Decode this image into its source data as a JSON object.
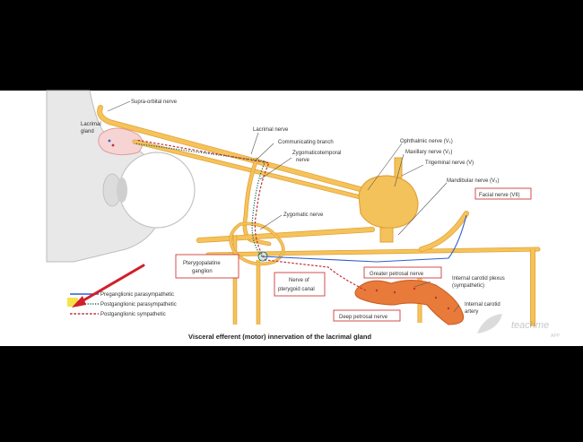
{
  "colors": {
    "background": "#000000",
    "panel": "#ffffff",
    "nerve": "#f6c35a",
    "nerve_edge": "#e0a23a",
    "ganglion": "#f4c25a",
    "skull": "#e8e8e8",
    "box_border": "#d23a3a",
    "preganglionic": "#2f5fd0",
    "postganglionic_parasympathetic": "#1a6a55",
    "postganglionic_sympathetic": "#c0303a",
    "artery": "#e87a3a",
    "pointer_arrow": "#d21f2a"
  },
  "labels": {
    "supra_orbital_nerve": "Supra-orbital nerve",
    "lacrimal_gland_1": "Lacrimal",
    "lacrimal_gland_2": "gland",
    "lacrimal_nerve": "Lacrimal nerve",
    "communicating_branch": "Communicating branch",
    "zygomaticotemporal_1": "Zygomaticotemporal",
    "zygomaticotemporal_2": "nerve",
    "zygomatic_nerve": "Zygomatic nerve",
    "ophthalmic_nerve": "Ophthalmic nerve (V₁)",
    "maxillary_nerve": "Maxillary nerve (V₂)",
    "trigeminal_nerve": "Trigeminal nerve (V)",
    "mandibular_nerve": "Mandibular nerve (V₃)",
    "facial_nerve": "Facial nerve (VII)",
    "pterygopalatine_ganglion_1": "Pterygopalatine",
    "pterygopalatine_ganglion_2": "ganglion",
    "nerve_pterygoid_canal_1": "Nerve of",
    "nerve_pterygoid_canal_2": "pterygoid canal",
    "greater_petrosal_nerve": "Greater petrosal nerve",
    "internal_carotid_plexus_1": "Internal carotid plexus",
    "internal_carotid_plexus_2": "(sympathetic)",
    "internal_carotid_artery_1": "Internal carotid",
    "internal_carotid_artery_2": "artery",
    "deep_petrosal_nerve": "Deep petrosal nerve"
  },
  "legend": [
    {
      "label": "Preganglionic parasympathetic",
      "style": "solid",
      "color": "#2f5fd0"
    },
    {
      "label": "Postganglionic parasympathetic",
      "style": "dotted",
      "color": "#1a6a55"
    },
    {
      "label": "Postganglionic sympathetic",
      "style": "dashed",
      "color": "#c0303a"
    }
  ],
  "caption": "Visceral efferent (motor) innervation of the lacrimal gland",
  "watermark": {
    "text": "teachme",
    "subtext": "APP"
  }
}
